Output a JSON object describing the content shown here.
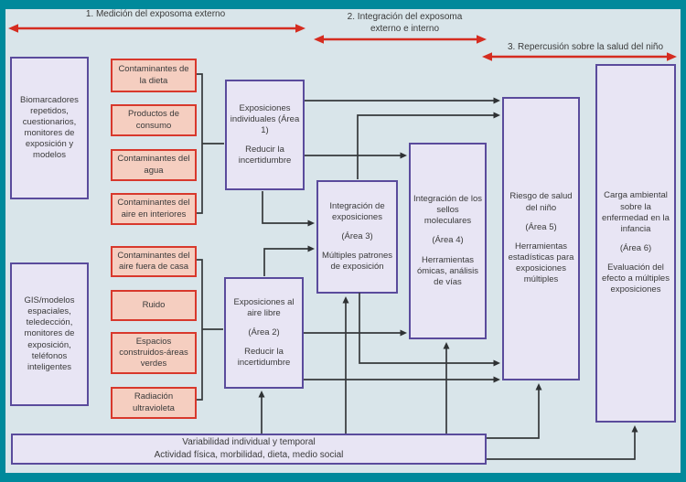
{
  "diagram_title": "Exposome study framework (Spanish flow diagram)",
  "colors": {
    "frame_teal": "#00899b",
    "canvas_background": "#d9e5ea",
    "area_box_fill": "#e8e5f4",
    "area_box_border": "#5a4b9c",
    "source_box_fill": "#f5cec0",
    "source_box_border": "#d8382c",
    "phase_arrow_red": "#d52c20",
    "connector_dark": "#35383b",
    "text": "#3a3a3a"
  },
  "phases": [
    {
      "label": "1. Medición del exposoma externo"
    },
    {
      "label_line1": "2. Integración del exposoma",
      "label_line2": "externo e interno"
    },
    {
      "label": "3. Repercusión sobre la salud del niño"
    }
  ],
  "method_boxes": [
    {
      "text": "Biomarcadores repetidos, cuestionarios, monitores de exposición y modelos"
    },
    {
      "text": "GIS/modelos espaciales, teledección, monitores de exposición, teléfonos inteligentes"
    }
  ],
  "sources": [
    "Contaminantes de la dieta",
    "Productos de consumo",
    "Contaminantes del agua",
    "Contaminantes del aire en interiores",
    "Contaminantes del aire fuera de casa",
    "Ruido",
    "Espacios construidos-áreas verdes",
    "Radiación ultravioleta"
  ],
  "areas": [
    {
      "paragraphs": [
        "Exposiciones individuales (Área 1)",
        "Reducir la incertidumbre"
      ]
    },
    {
      "paragraphs": [
        "Exposiciones al aire libre",
        "(Área 2)",
        "Reducir la incertidumbre"
      ]
    },
    {
      "paragraphs": [
        "Integración de exposiciones",
        "(Área 3)",
        "Múltiples patrones de exposición"
      ]
    },
    {
      "paragraphs": [
        "Integración de los sellos moleculares",
        "(Área 4)",
        "Herramientas ómicas, análisis de vías"
      ]
    },
    {
      "paragraphs": [
        "Riesgo de salud del niño",
        "(Área 5)",
        "Herramientas estadísticas para exposiciones múltiples"
      ]
    },
    {
      "paragraphs": [
        "Carga ambiental sobre la enfermedad en la infancia",
        "(Área 6)",
        "Evaluación del efecto a múltiples exposiciones"
      ]
    }
  ],
  "footer": {
    "line1": "Variabilidad individual y temporal",
    "line2": "Actividad física, morbilidad, dieta, medio social"
  }
}
